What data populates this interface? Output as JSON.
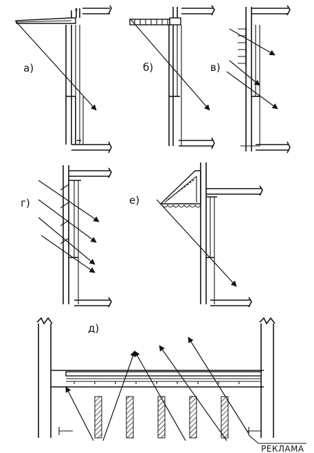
{
  "labels": {
    "a": "а)",
    "b": "б)",
    "v": "в)",
    "g": "г)",
    "e": "е)",
    "d": "д)",
    "ad": "РЕКЛАМА"
  },
  "colors": {
    "ink": "#111111",
    "paper": "#ffffff"
  }
}
